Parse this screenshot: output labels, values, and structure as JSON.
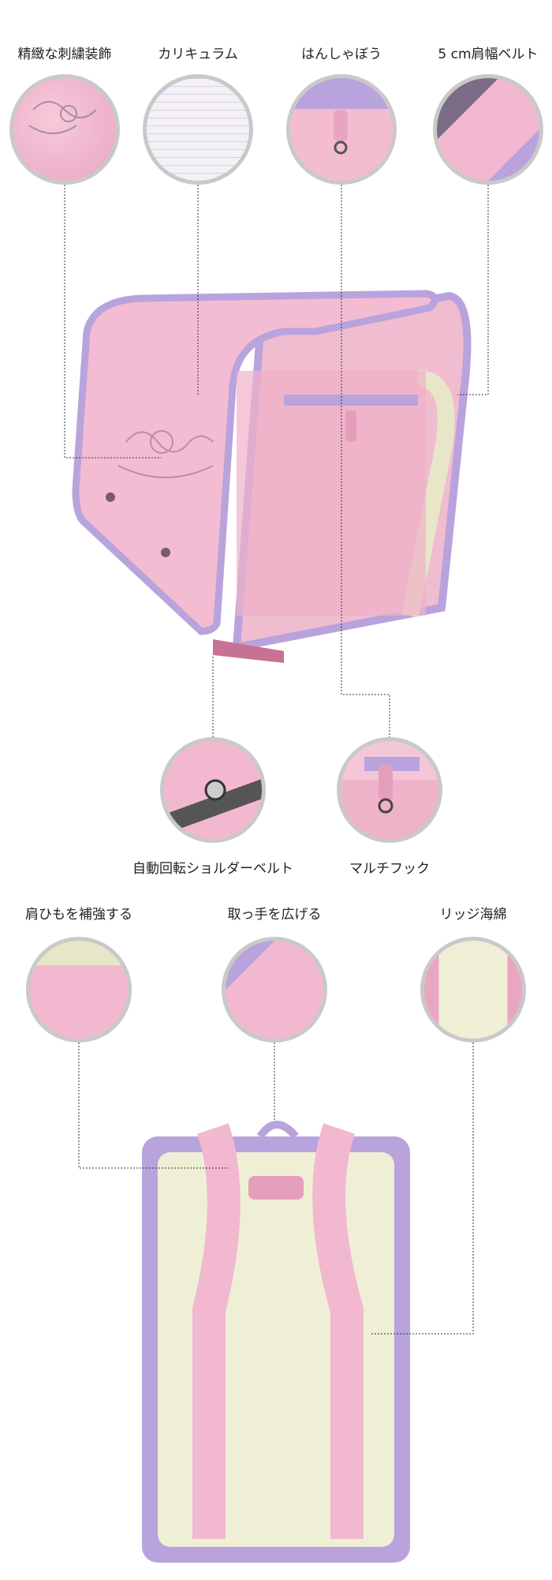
{
  "features_top": [
    {
      "label": "精緻な刺繍装飾"
    },
    {
      "label": "カリキュラム"
    },
    {
      "label": "はんしゃぼう"
    },
    {
      "label": "5 cm肩幅ベルト"
    }
  ],
  "features_middle": [
    {
      "label": "自動回転ショルダーベルト"
    },
    {
      "label": "マルチフック"
    }
  ],
  "features_back": [
    {
      "label": "肩ひもを補強する"
    },
    {
      "label": "取っ手を広げる"
    },
    {
      "label": "リッジ海綿"
    }
  ],
  "colors": {
    "pink": "#f2b8cf",
    "lavender": "#b9a3dc",
    "cream": "#efefd6",
    "ring": "#c9c9c9"
  }
}
